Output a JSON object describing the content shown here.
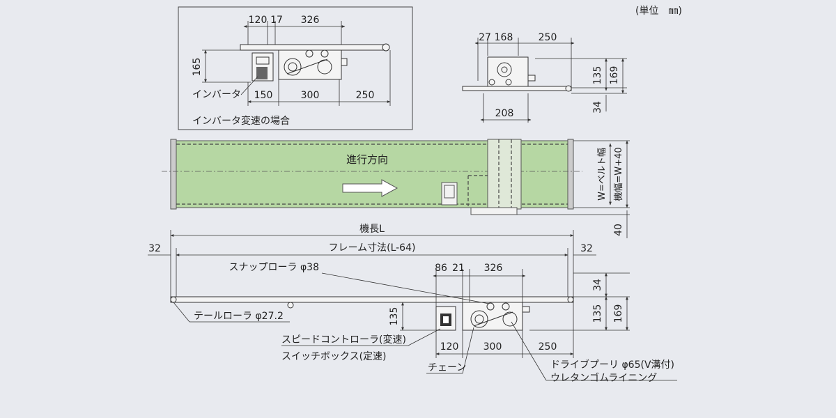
{
  "unit_label": "(単位　㎜)",
  "inverter_view": {
    "caption": "インバータ変速の場合",
    "dims": {
      "a": "120",
      "b": "17",
      "c": "326",
      "height": "165",
      "d": "150",
      "e": "300",
      "f": "250"
    },
    "inverter_label": "インバータ"
  },
  "side_view": {
    "dims": {
      "a": "27",
      "b": "168",
      "c": "250",
      "d": "135",
      "e": "169",
      "f": "34",
      "g": "208"
    }
  },
  "plan_view": {
    "direction_label": "進行方向",
    "belt_width_label": "W=ベルト幅",
    "machine_width_label": "機幅=W+40",
    "bottom_dim": "40",
    "colors": {
      "belt": "#b6d7a3",
      "background": "#e8eaef"
    }
  },
  "front_view": {
    "machine_length": "機長L",
    "frame_length": "フレーム寸法(L-64)",
    "left_end": "32",
    "right_end": "32",
    "snap_roller": "スナップローラ φ38",
    "dim_86": "86",
    "dim_21": "21",
    "dim_326": "326",
    "dim_34": "34",
    "dim_135_right": "135",
    "dim_169": "169",
    "dim_135_left": "135",
    "tail_roller": "テールローラ φ27.2",
    "speed_controller": "スピードコントローラ(変速)",
    "switch_box": "スイッチボックス(定速)",
    "dim_120": "120",
    "dim_300": "300",
    "dim_250": "250",
    "chain": "チェーン",
    "drive_pulley": "ドライブプーリ φ65(V溝付)",
    "lining": "ウレタンゴムライニング"
  }
}
